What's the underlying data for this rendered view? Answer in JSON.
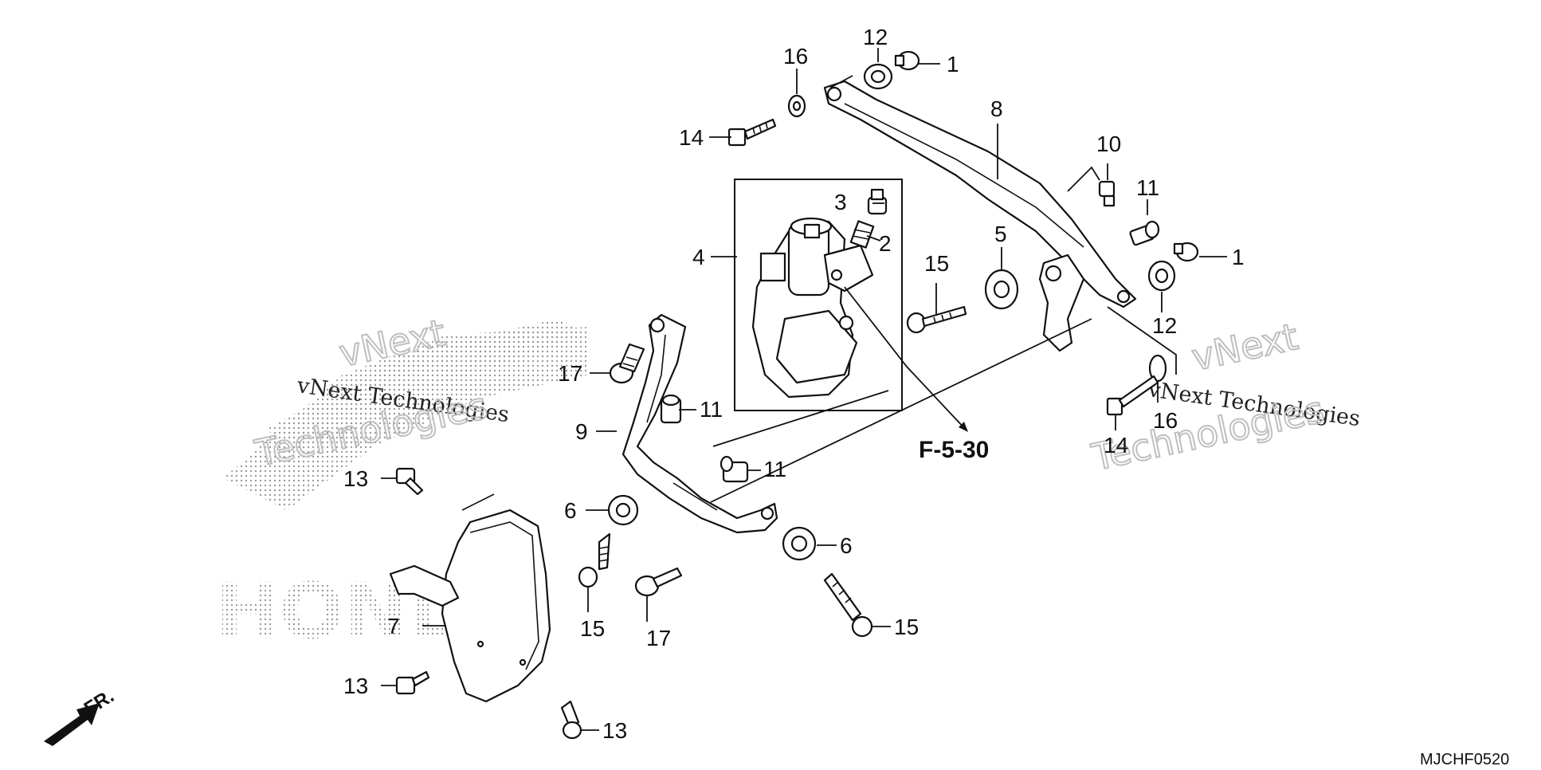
{
  "diagram": {
    "reference": "F-5-30",
    "drawing_code": "MJCHF0520",
    "front_marker": "FR.",
    "watermark": {
      "brand": "HONDA",
      "line_a": "vNext",
      "line_b": "vNext Technologies",
      "line_c": "Technologies"
    },
    "callouts": {
      "c1a": "1",
      "c1b": "1",
      "c2": "2",
      "c3": "3",
      "c4": "4",
      "c5": "5",
      "c6a": "6",
      "c6b": "6",
      "c7": "7",
      "c8": "8",
      "c9": "9",
      "c10": "10",
      "c11a": "11",
      "c11b": "11",
      "c11c": "11",
      "c12a": "12",
      "c12b": "12",
      "c13a": "13",
      "c13b": "13",
      "c13c": "13",
      "c14a": "14",
      "c14b": "14",
      "c15a": "15",
      "c15b": "15",
      "c15c": "15",
      "c16a": "16",
      "c16b": "16",
      "c17a": "17",
      "c17b": "17"
    }
  }
}
